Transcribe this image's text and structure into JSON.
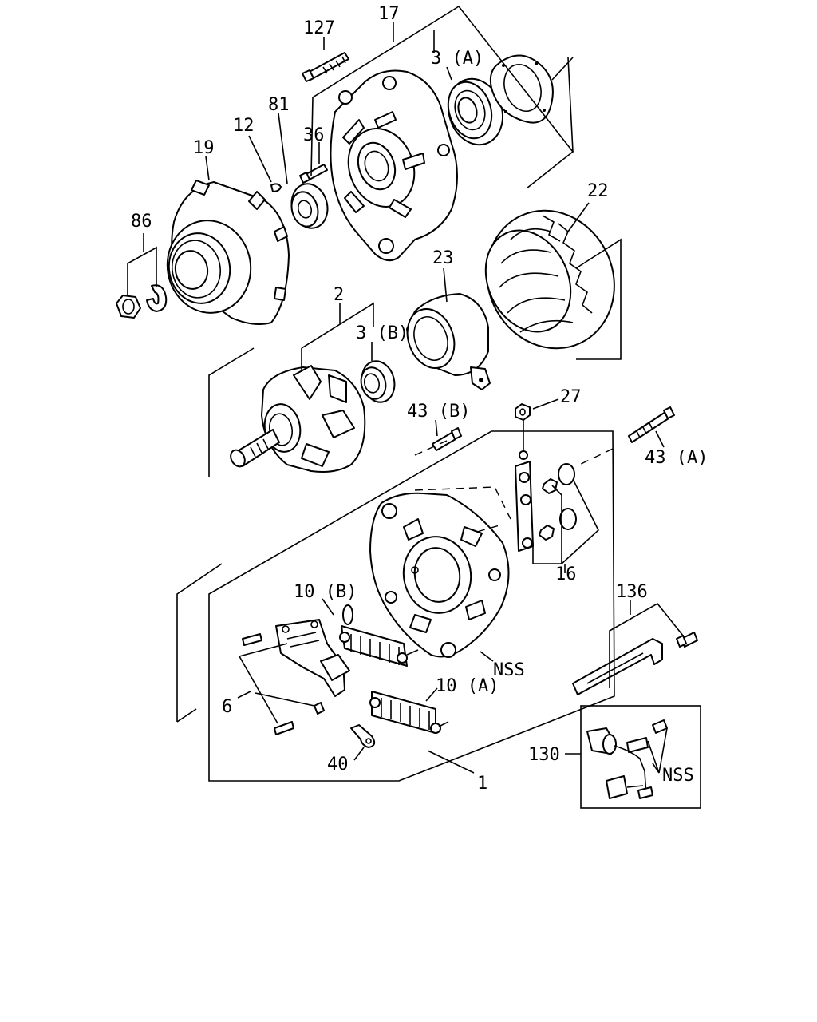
{
  "labels": {
    "p127": "127",
    "p17": "17",
    "p3a": "3 (A)",
    "p81": "81",
    "p12": "12",
    "p36": "36",
    "p19": "19",
    "p22": "22",
    "p86": "86",
    "p23": "23",
    "p2": "2",
    "p3b": "3 (B)",
    "p27": "27",
    "p43b": "43 (B)",
    "p43a": "43 (A)",
    "p16": "16",
    "p10b": "10 (B)",
    "p136": "136",
    "pnss1": "NSS",
    "p6": "6",
    "p10a": "10 (A)",
    "p40": "40",
    "p1": "1",
    "p130": "130",
    "pnss2": "NSS"
  }
}
